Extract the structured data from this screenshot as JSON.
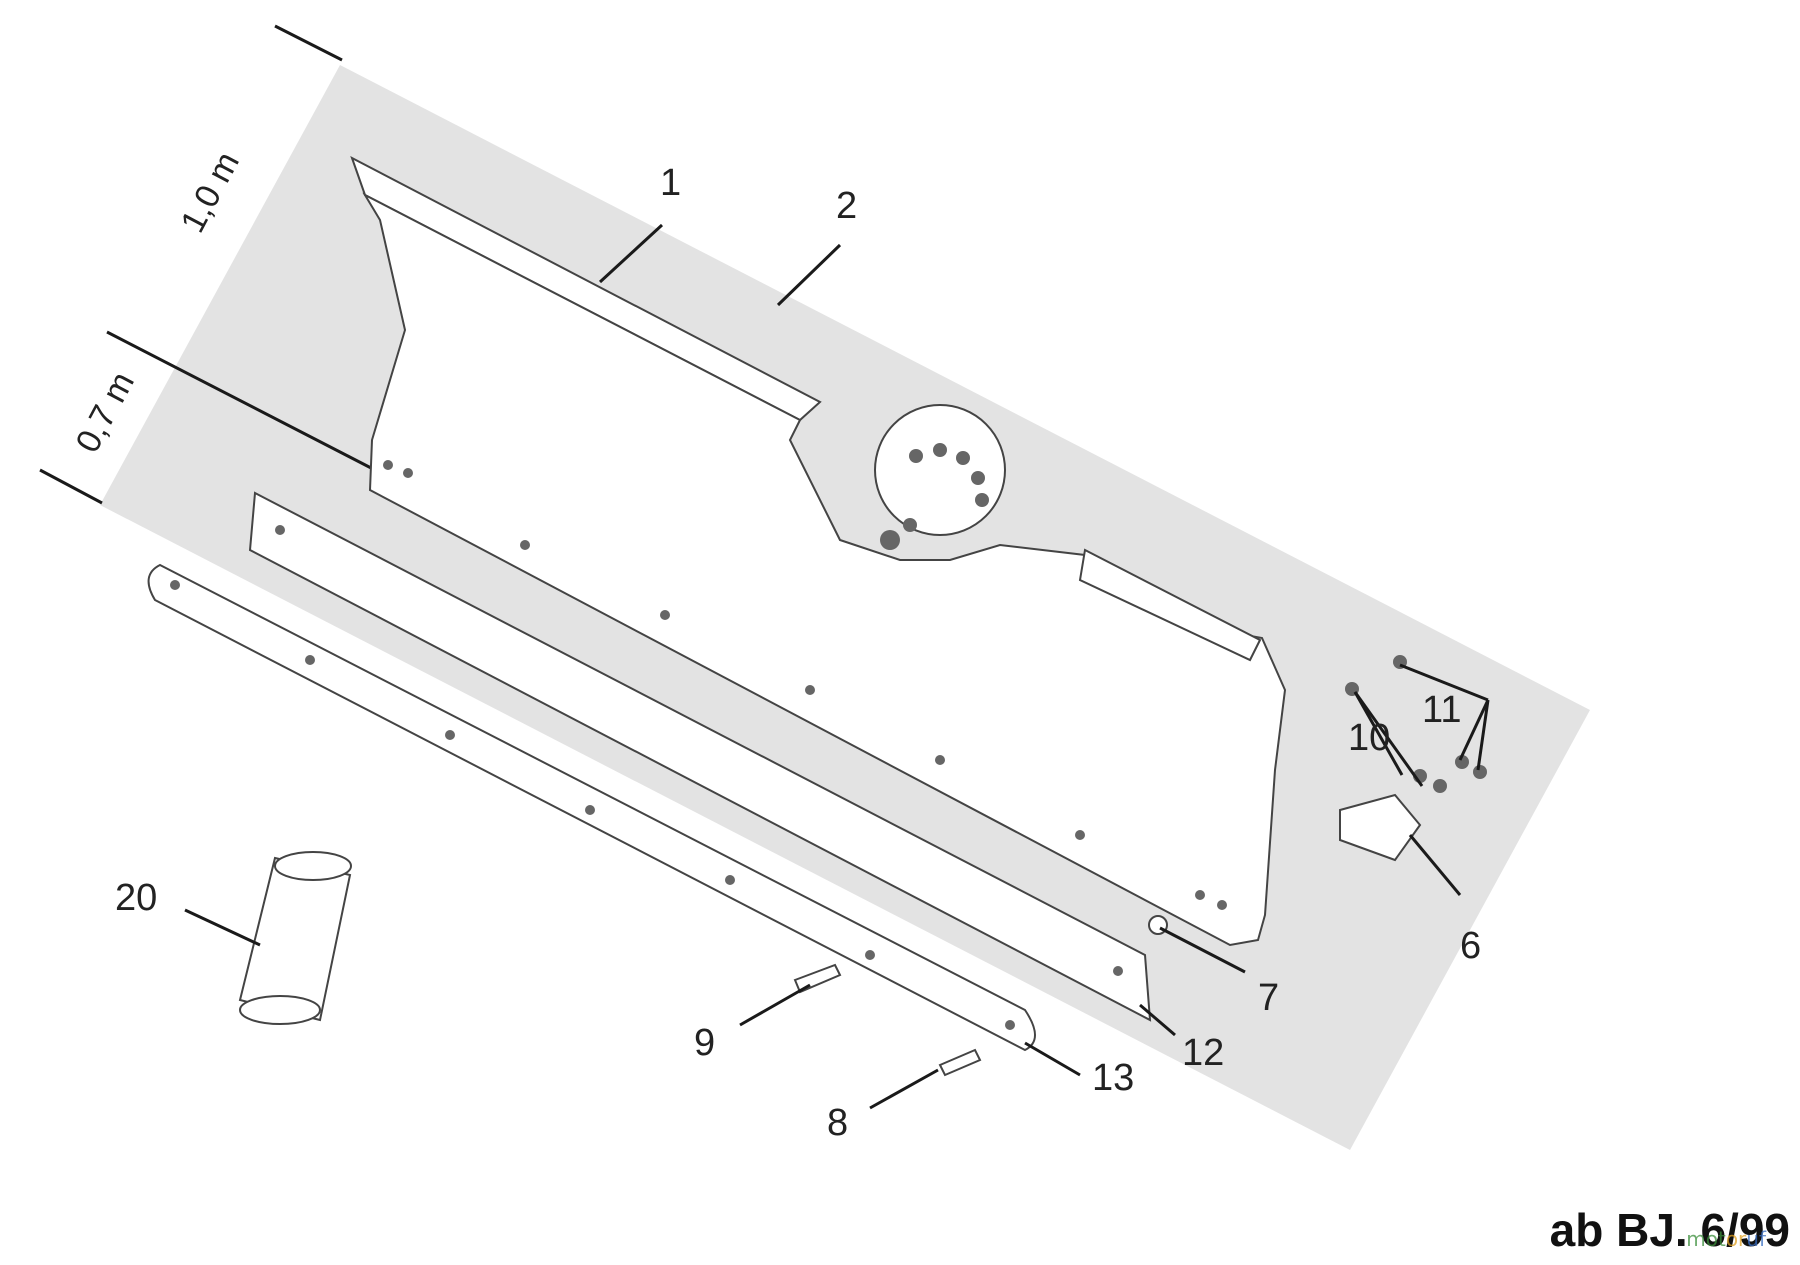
{
  "dimensions": {
    "width": "1,0 m",
    "height": "0,7 m"
  },
  "callouts": [
    "1",
    "2",
    "6",
    "7",
    "8",
    "9",
    "10",
    "11",
    "12",
    "13",
    "20"
  ],
  "edition_label": "ab BJ. 6/99",
  "watermark": "motoruf",
  "colors": {
    "plate": "#e3e3e3",
    "line": "#1a1a1a"
  }
}
